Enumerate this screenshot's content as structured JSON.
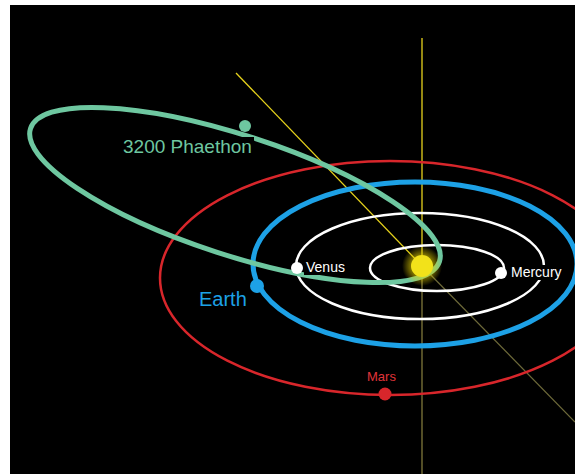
{
  "diagram": {
    "labels": [
      "3200 Phaethon",
      "Venus",
      "Earth",
      "Mercury",
      "Mars"
    ]
  }
}
